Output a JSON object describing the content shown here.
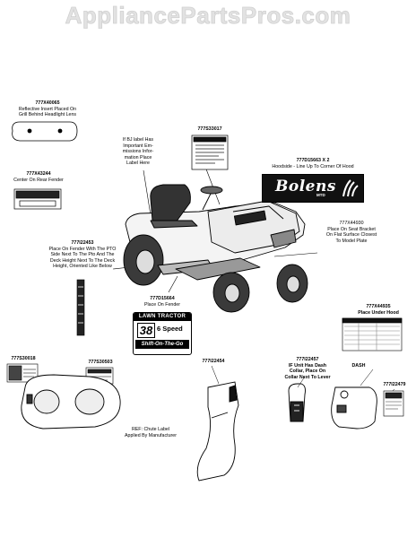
{
  "watermark": "AppliancePartsPros.com",
  "callouts": {
    "c777X40065": {
      "pn": "777X40065",
      "desc": [
        "Reflective Insert Placed On",
        "Grill Behind Headlight Lens"
      ]
    },
    "c777S33017": {
      "pn": "777S33017"
    },
    "c777X43244": {
      "pn": "777X43244",
      "desc": [
        "Center On Rear Fender"
      ]
    },
    "bj": {
      "desc": [
        "If BJ label Has",
        "Important Em-",
        "missions Infor-",
        "mation Place",
        "Label Here"
      ]
    },
    "c777D15663": {
      "pn": "777D15663 X 2",
      "desc": [
        "Hoodside - Line Up To Corner Of Hood"
      ]
    },
    "c777X44930": {
      "pn": "777X44930",
      "desc": [
        "Place On Seat Bracket",
        "On Flat Surface Closest",
        "To Model Plate"
      ]
    },
    "c777I22453": {
      "pn": "777I22453",
      "desc": [
        "Place On Fender With The PTO",
        "Side Next To The Pto And The",
        "Deck Height Next To The Deck",
        "Height, Oriented Like Below"
      ]
    },
    "c777D15664": {
      "pn": "777D15664",
      "desc": [
        "Place On Fender"
      ]
    },
    "c777X44935": {
      "pn": "777X44935",
      "desc": [
        "Place Under Hood"
      ]
    },
    "c777S30018": {
      "pn": "777S30018"
    },
    "c777S30503": {
      "pn": "777S30503"
    },
    "c777I22454": {
      "pn": "777I22454"
    },
    "c777I22457": {
      "pn": "777I22457",
      "desc": [
        "IF Unit Has Dash",
        "Collar, Place On",
        "Collar Next To Lever"
      ]
    },
    "dash": {
      "desc": [
        "DASH"
      ]
    },
    "c777I22479": {
      "pn": "777I22479"
    },
    "chute": {
      "desc": [
        "REF: Chute Label",
        "Applied By Manufacturer"
      ]
    }
  },
  "decals": {
    "lawn_tractor": {
      "line1": "LAWN TRACTOR",
      "number": "38",
      "speed": "6 Speed",
      "slogan": "Shift-On-The-Go"
    },
    "bolens": {
      "brand": "Bolens",
      "sub": "MTD"
    }
  }
}
